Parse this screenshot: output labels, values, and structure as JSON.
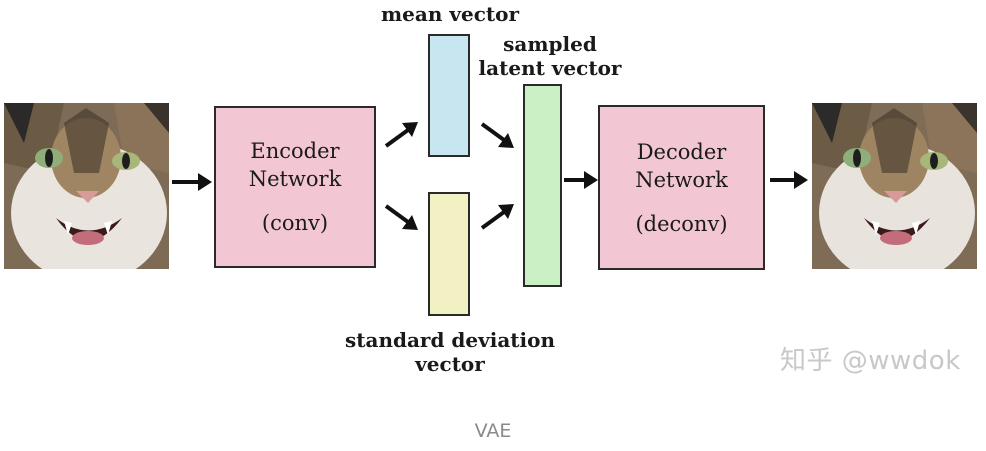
{
  "labels": {
    "mean": "mean vector",
    "sampled_line1": "sampled",
    "sampled_line2": "latent vector",
    "std_line1": "standard deviation",
    "std_line2": "vector"
  },
  "encoder": {
    "line1": "Encoder",
    "line2": "Network",
    "sub": "(conv)"
  },
  "decoder": {
    "line1": "Decoder",
    "line2": "Network",
    "sub": "(deconv)"
  },
  "watermark": "知乎 @wwdok",
  "caption": "VAE",
  "colors": {
    "network_box": "#f2c6d2",
    "mean_vector": "#c8e6ef",
    "std_vector": "#f1f1c3",
    "latent_vector": "#ccf0c6"
  }
}
